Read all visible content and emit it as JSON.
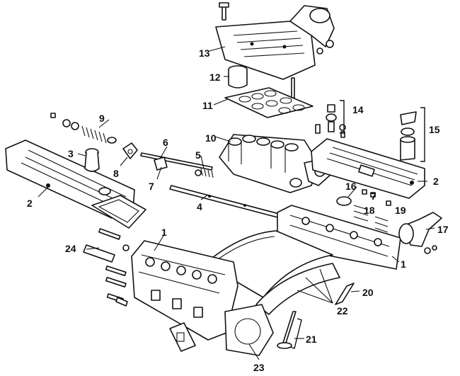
{
  "callouts": {
    "c1a": "1",
    "c1b": "1",
    "c2a": "2",
    "c2b": "2",
    "c3": "3",
    "c4": "4",
    "c5": "5",
    "c6": "6",
    "c7": "7",
    "c8": "8",
    "c9": "9",
    "c10": "10",
    "c11": "11",
    "c12": "12",
    "c13": "13",
    "c14": "14",
    "c15": "15",
    "c16": "16",
    "c17": "17",
    "c18": "18",
    "c19": "19",
    "c20": "20",
    "c21": "21",
    "c22": "22",
    "c23": "23",
    "c24": "24",
    "c7b": "7"
  }
}
